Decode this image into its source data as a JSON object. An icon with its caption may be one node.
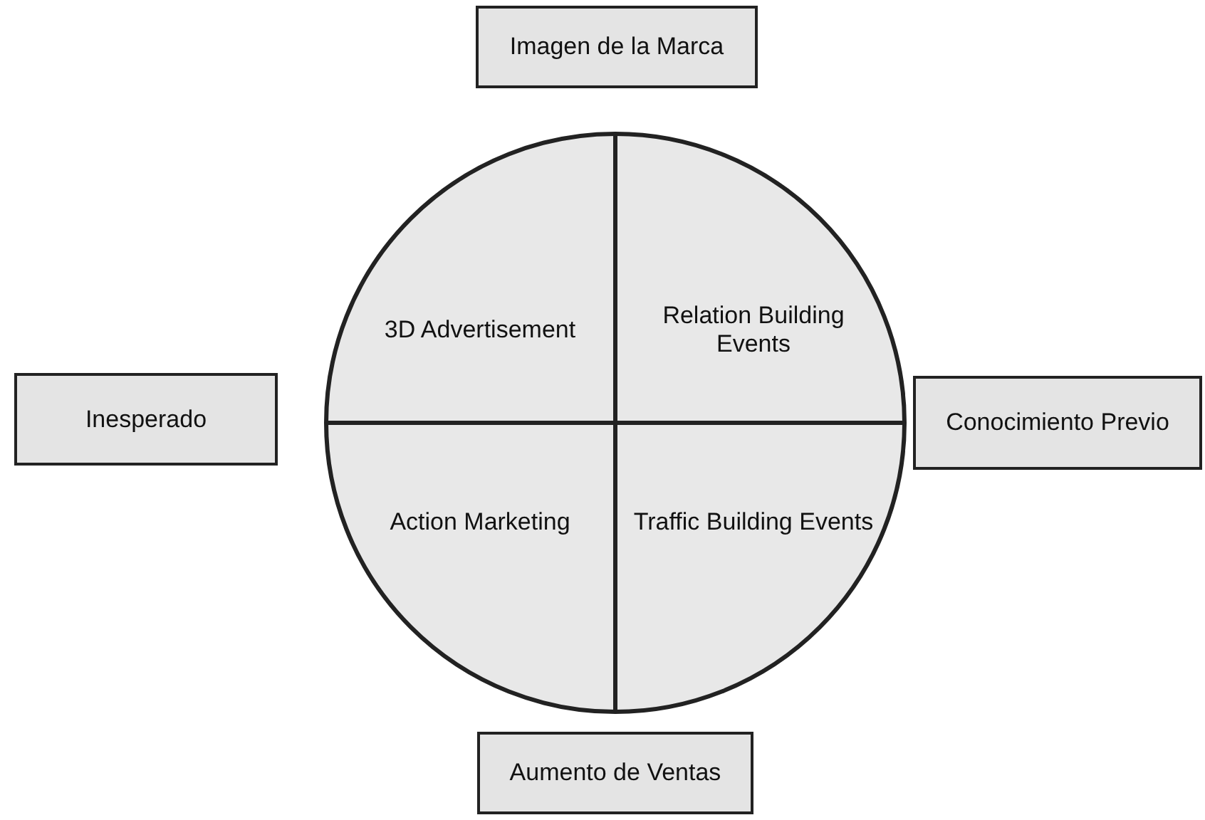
{
  "diagram": {
    "nodes": [
      {
        "text": [
          "Imagen de la Marca"
        ]
      },
      {
        "text": [],
        "shape": "circle"
      },
      {
        "text": [
          "3D Advertisement"
        ],
        "in": 1
      },
      {
        "text": [
          "Relation Building Events"
        ],
        "in": 1
      },
      {
        "text": [
          "Inesperado"
        ]
      },
      {
        "text": [
          "Conocimiento Previo"
        ]
      },
      {
        "text": [
          "Action Marketing"
        ],
        "in": 1
      },
      {
        "text": [
          "Traffic Building Events"
        ],
        "in": 1
      },
      {
        "text": [
          "Aumento de Ventas"
        ]
      }
    ]
  }
}
